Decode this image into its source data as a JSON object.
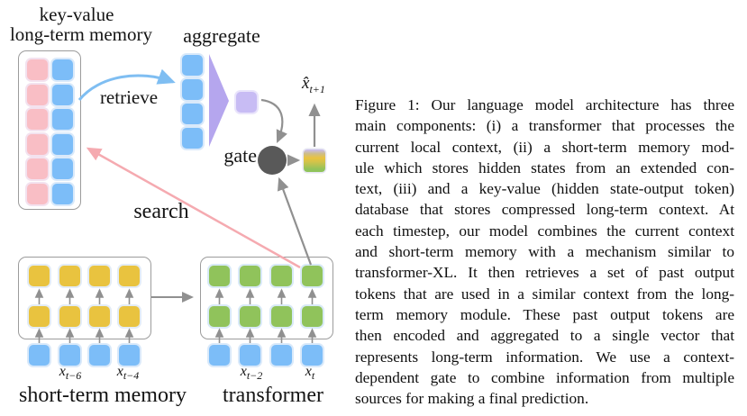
{
  "palette": {
    "pink_square": "#f9bec5",
    "blue_square": "#7cbdf8",
    "yellow_square": "#e9c33f",
    "green_square": "#90c35b",
    "lavender": "#c8bcf4",
    "funnel_purple": "#b5a6ee",
    "gate_circle": "#595959",
    "arrow_gray": "#909090",
    "retrieve_blue": "#7fbef2",
    "search_pink": "#f5aab0",
    "box_border": "#9c9c9c",
    "text_black": "#141414"
  },
  "diagram": {
    "long_term_memory": {
      "title_line1": "key-value",
      "title_line2": "long-term memory",
      "rows": 6,
      "columns": 2
    },
    "retrieve_label": "retrieve",
    "search_label": "search",
    "aggregate": {
      "label": "aggregate",
      "token_count": 4
    },
    "gate_label": "gate",
    "prediction": {
      "base": "x̂",
      "subscript": "t+1"
    },
    "short_term_memory": {
      "label": "short-term memory",
      "grid_rows": 2,
      "grid_columns": 4,
      "inputs": [
        {
          "base": "x",
          "subscript": "t−6"
        },
        {
          "base": "x",
          "subscript": "t−4"
        }
      ]
    },
    "transformer": {
      "label": "transformer",
      "grid_rows": 2,
      "grid_columns": 4,
      "inputs": [
        {
          "base": "x",
          "subscript": "t−2"
        },
        {
          "base": "x",
          "subscript": "t"
        }
      ]
    }
  },
  "caption": {
    "lines": [
      "Figure 1: Our language model architecture has three",
      "main components: (i) a transformer that processes the",
      "current local context, (ii) a short-term memory mod-",
      "ule which stores hidden states from an extended con-",
      "text, (iii) and a key-value (hidden state-output token)",
      "database that stores compressed long-term context. At",
      "each timestep, our model combines the current context",
      "and short-term memory with a mechanism similar to",
      "transformer-XL. It then retrieves a set of past output",
      "tokens that are used in a similar context from the long-",
      "term memory module. These past output tokens are",
      "then encoded and aggregated to a single vector that",
      "represents long-term information. We use a context-",
      "dependent gate to combine information from multiple",
      "sources for making a final prediction."
    ]
  }
}
